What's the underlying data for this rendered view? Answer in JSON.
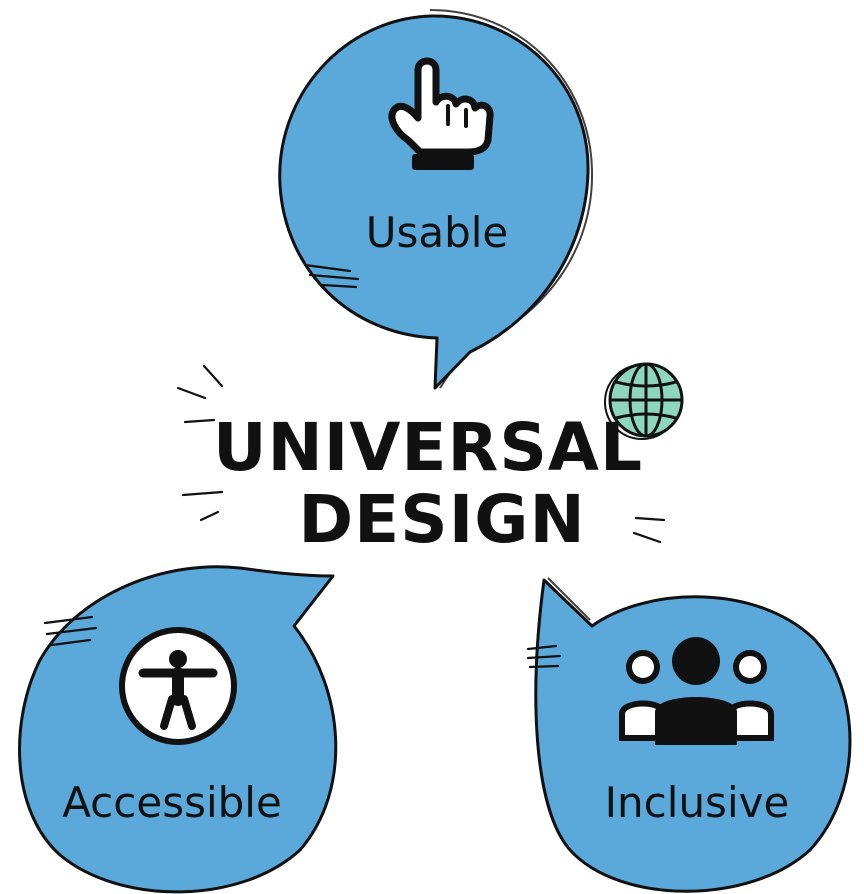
{
  "title": {
    "line1": "UNIVERSAL",
    "line2": "DESIGN"
  },
  "bubbles": {
    "top": {
      "label": "Usable",
      "icon": "pointing-hand-icon"
    },
    "left": {
      "label": "Accessible",
      "icon": "accessibility-icon"
    },
    "right": {
      "label": "Inclusive",
      "icon": "group-people-icon"
    }
  },
  "decoration": {
    "icon": "globe-icon"
  },
  "colors": {
    "bubble_fill": "#5aa9da",
    "outline": "#111111",
    "globe_fill": "#8fd6bf",
    "background": "#ffffff"
  }
}
